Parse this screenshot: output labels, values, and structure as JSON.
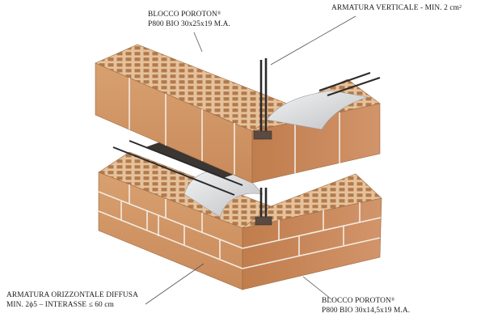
{
  "labels": {
    "top_block": {
      "brand": "BLOCCO POROTON",
      "reg": "®",
      "spec": "P800 BIO 30x25x19 M.A."
    },
    "vertical_reinforcement": {
      "text": "ARMATURA VERTICALE - MIN. 2 cm",
      "sup": "2"
    },
    "horizontal_reinforcement": {
      "line1": "ARMATURA ORIZZONTALE DIFFUSA",
      "line2": "MIN. 2ϕ5 – INTERASSE ≤ 60 cm"
    },
    "bottom_block": {
      "brand": "BLOCCO POROTON",
      "reg": "®",
      "spec": "P800 BIO 30x14,5x19 M.A."
    }
  },
  "colors": {
    "brick_top": "#e7c7a4",
    "brick_left": "#d69a6b",
    "brick_right": "#c98553",
    "mortar": "#f0f0f0",
    "rebar": "#2a2a2a",
    "membrane": "#d9dadc",
    "leader": "#555555"
  }
}
